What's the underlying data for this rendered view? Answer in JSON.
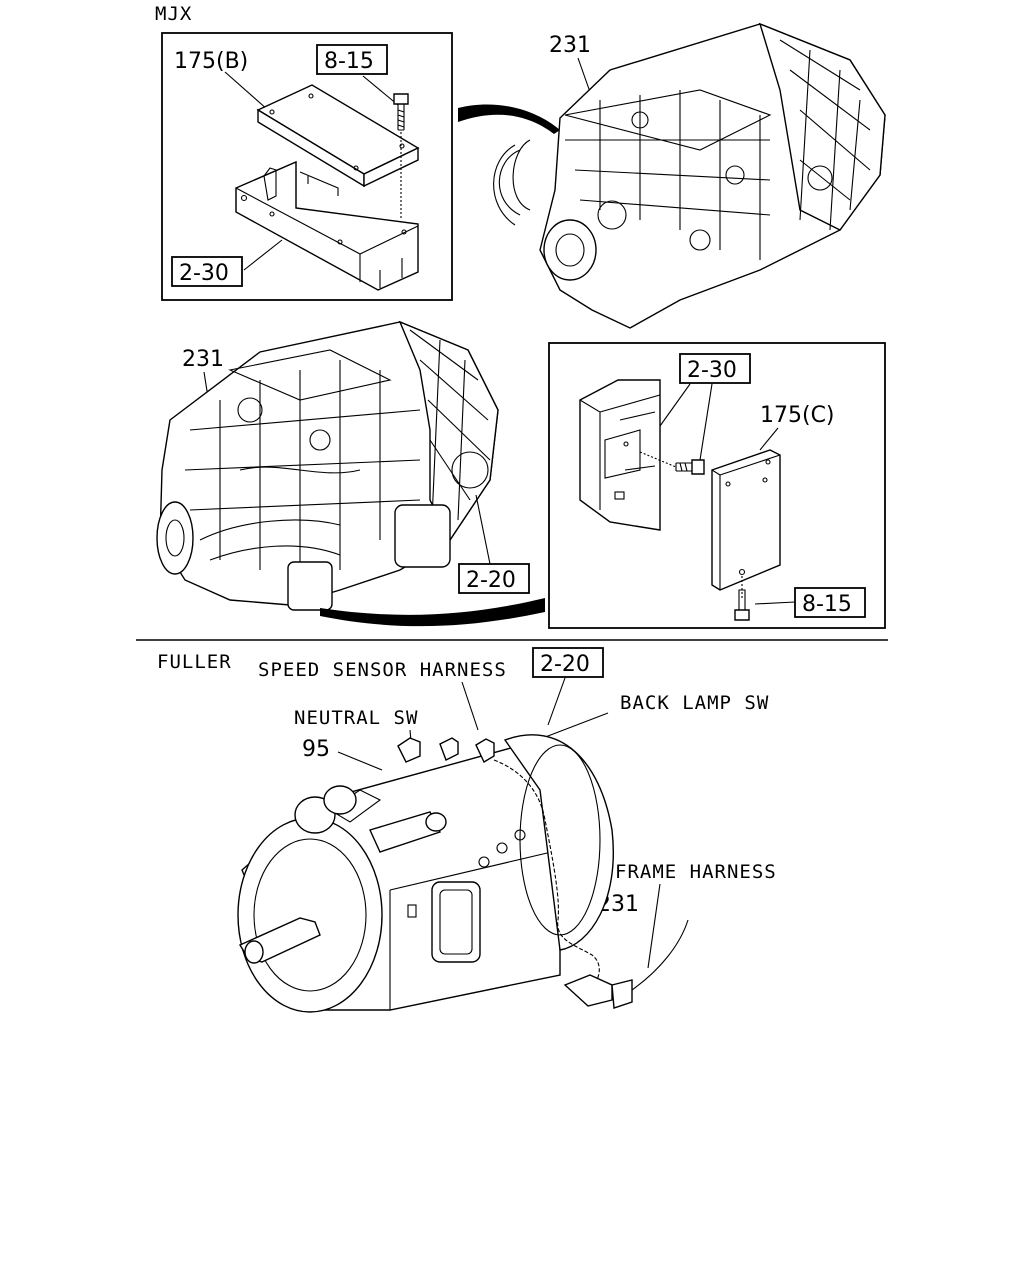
{
  "sections": {
    "top": {
      "label": "MJX"
    },
    "bottom": {
      "label": "FULLER"
    }
  },
  "inset_b": {
    "part_label": "175(B)",
    "ref_bolt": "8-15",
    "ref_bracket": "2-30"
  },
  "transmission_right": {
    "part": "231"
  },
  "transmission_left": {
    "part": "231",
    "ref": "2-20"
  },
  "inset_c": {
    "ref_bracket": "2-30",
    "part_label": "175(C)",
    "ref_bolt": "8-15"
  },
  "fuller": {
    "speed_sensor_harness": "SPEED SENSOR HARNESS",
    "ref": "2-20",
    "neutral_sw": "NEUTRAL SW",
    "back_lamp_sw": "BACK LAMP SW",
    "part_95": "95",
    "frame_harness": "FRAME HARNESS",
    "part_231": "231"
  }
}
